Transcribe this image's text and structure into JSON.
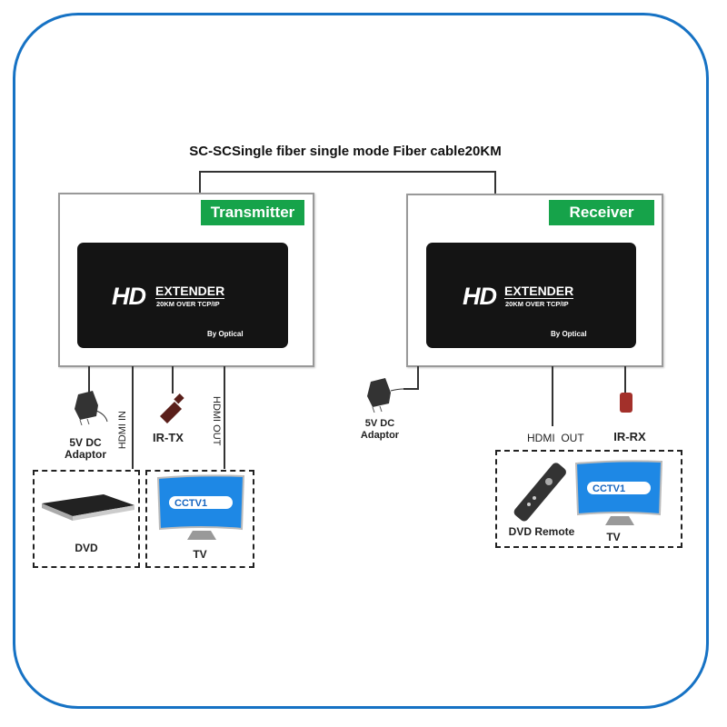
{
  "title": "SC-SCSingle fiber single mode Fiber cable20KM",
  "transmitter": {
    "tag": "Transmitter",
    "logo": "HD",
    "brand": "EXTENDER",
    "subtitle": "20KM OVER TCP/IP",
    "by": "By Optical",
    "adaptor_label": "5V DC Adaptor",
    "hdmi_in": "HDMI IN",
    "ir_label": "IR-TX",
    "hdmi_out": "HDMI OUT",
    "dvd_label": "DVD",
    "tv_label": "TV",
    "tv_channel": "CCTV1"
  },
  "receiver": {
    "tag": "Receiver",
    "logo": "HD",
    "brand": "EXTENDER",
    "subtitle": "20KM OVER TCP/IP",
    "by": "By Optical",
    "adaptor_label": "5V DC Adaptor",
    "hdmi_out": "HDMI  OUT",
    "ir_label": "IR-RX",
    "remote_label": "DVD Remote",
    "tv_label": "TV",
    "tv_channel": "CCTV1"
  },
  "colors": {
    "frame": "#1672c4",
    "tag": "#16a34a"
  }
}
